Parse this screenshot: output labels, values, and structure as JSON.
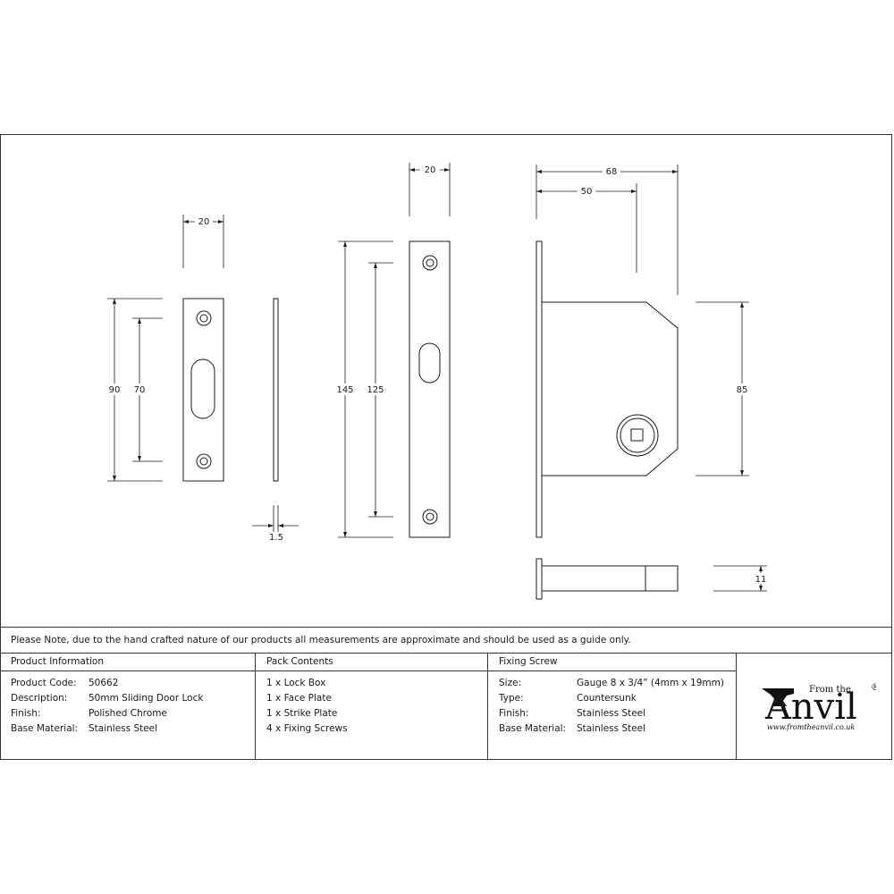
{
  "dimensions": {
    "fp_width": "20",
    "fp_height": "90",
    "fp_centers": "70",
    "fp_thickness": "1.5",
    "sp_width": "20",
    "sp_height": "145",
    "sp_centers": "125",
    "box_overall": "68",
    "box_backset": "50",
    "box_height": "85",
    "bolt_height": "11"
  },
  "note": "Please Note, due to the hand crafted nature of our products all measurements are approximate and should be used as a guide only.",
  "product_info": {
    "title": "Product Information",
    "rows": [
      {
        "label": "Product Code:",
        "value": "50662"
      },
      {
        "label": "Description:",
        "value": "50mm Sliding Door Lock"
      },
      {
        "label": "Finish:",
        "value": "Polished Chrome"
      },
      {
        "label": "Base Material:",
        "value": "Stainless Steel"
      }
    ]
  },
  "pack_contents": {
    "title": "Pack Contents",
    "items": [
      "1 x Lock Box",
      "1 x Face Plate",
      "1 x Strike Plate",
      "4 x Fixing Screws"
    ]
  },
  "fixing_screw": {
    "title": "Fixing Screw",
    "rows": [
      {
        "label": "Size:",
        "value": "Gauge 8 x 3/4” (4mm x 19mm)"
      },
      {
        "label": "Type:",
        "value": "Countersunk"
      },
      {
        "label": "Finish:",
        "value": "Stainless Steel"
      },
      {
        "label": "Base Material:",
        "value": "Stainless Steel"
      }
    ]
  },
  "logo": {
    "from_the": "From the",
    "name": "Anvil",
    "registered": "®",
    "url": "www.fromtheanvil.co.uk"
  }
}
